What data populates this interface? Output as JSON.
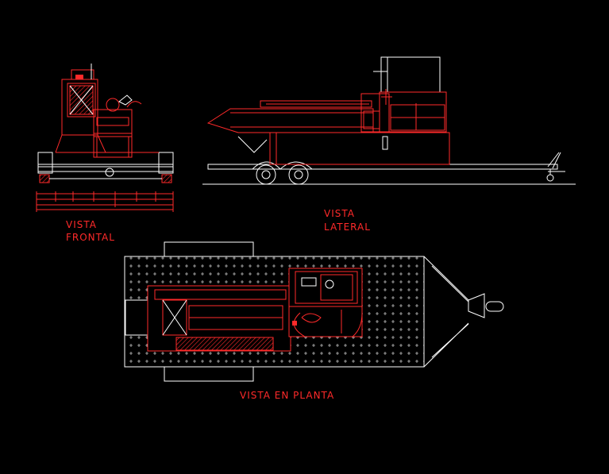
{
  "labels": {
    "front_line1": "VISTA",
    "front_line2": "FRONTAL",
    "side_line1": "VISTA",
    "side_line2": "LATERAL",
    "plan": "VISTA   EN PLANTA"
  },
  "colors": {
    "background": "#000000",
    "red": "#ff2a2a",
    "white": "#ffffff"
  }
}
